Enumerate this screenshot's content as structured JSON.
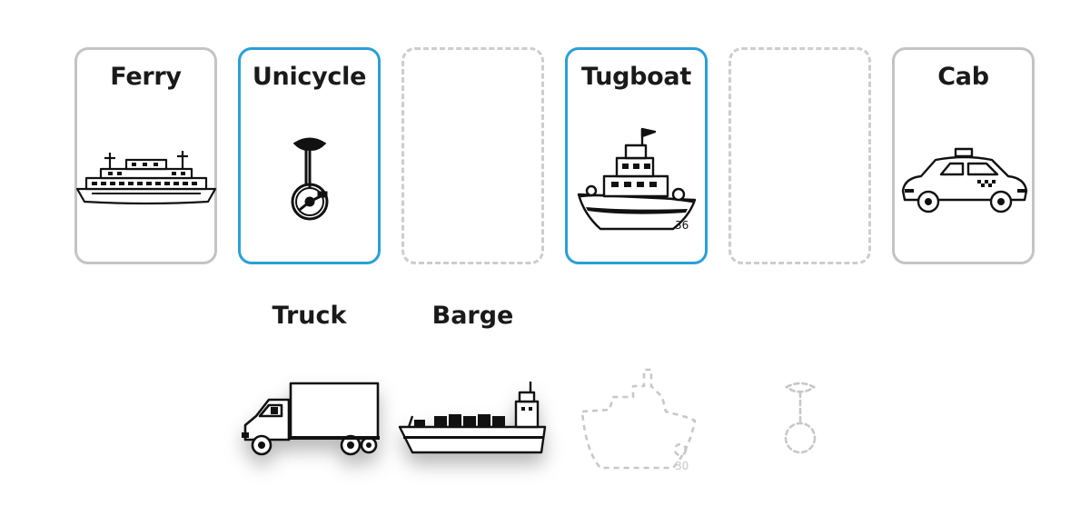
{
  "cards": [
    {
      "id": "ferry",
      "label": "Ferry",
      "icon": "ferry-icon",
      "state": "filled"
    },
    {
      "id": "unicycle",
      "label": "Unicycle",
      "icon": "unicycle-icon",
      "state": "selected"
    },
    {
      "id": "slot-3",
      "label": "",
      "icon": "",
      "state": "empty"
    },
    {
      "id": "tugboat",
      "label": "Tugboat",
      "icon": "tugboat-icon",
      "state": "selected"
    },
    {
      "id": "slot-5",
      "label": "",
      "icon": "",
      "state": "empty"
    },
    {
      "id": "cab",
      "label": "Cab",
      "icon": "taxi-icon",
      "state": "filled"
    }
  ],
  "tray": [
    {
      "id": "truck",
      "label": "Truck",
      "icon": "truck-icon",
      "state": "available"
    },
    {
      "id": "barge",
      "label": "Barge",
      "icon": "barge-icon",
      "state": "available"
    },
    {
      "id": "tugboat-ghost",
      "label": "",
      "icon": "tugboat-outline-icon",
      "state": "placed"
    },
    {
      "id": "unicycle-ghost",
      "label": "",
      "icon": "unicycle-outline-icon",
      "state": "placed"
    }
  ],
  "colors": {
    "selected_border": "#2a9fd8",
    "default_border": "#c4c4c4",
    "empty_border": "#cdcdcd",
    "ghost": "#c8c8c8",
    "ink": "#1a1a1a"
  }
}
